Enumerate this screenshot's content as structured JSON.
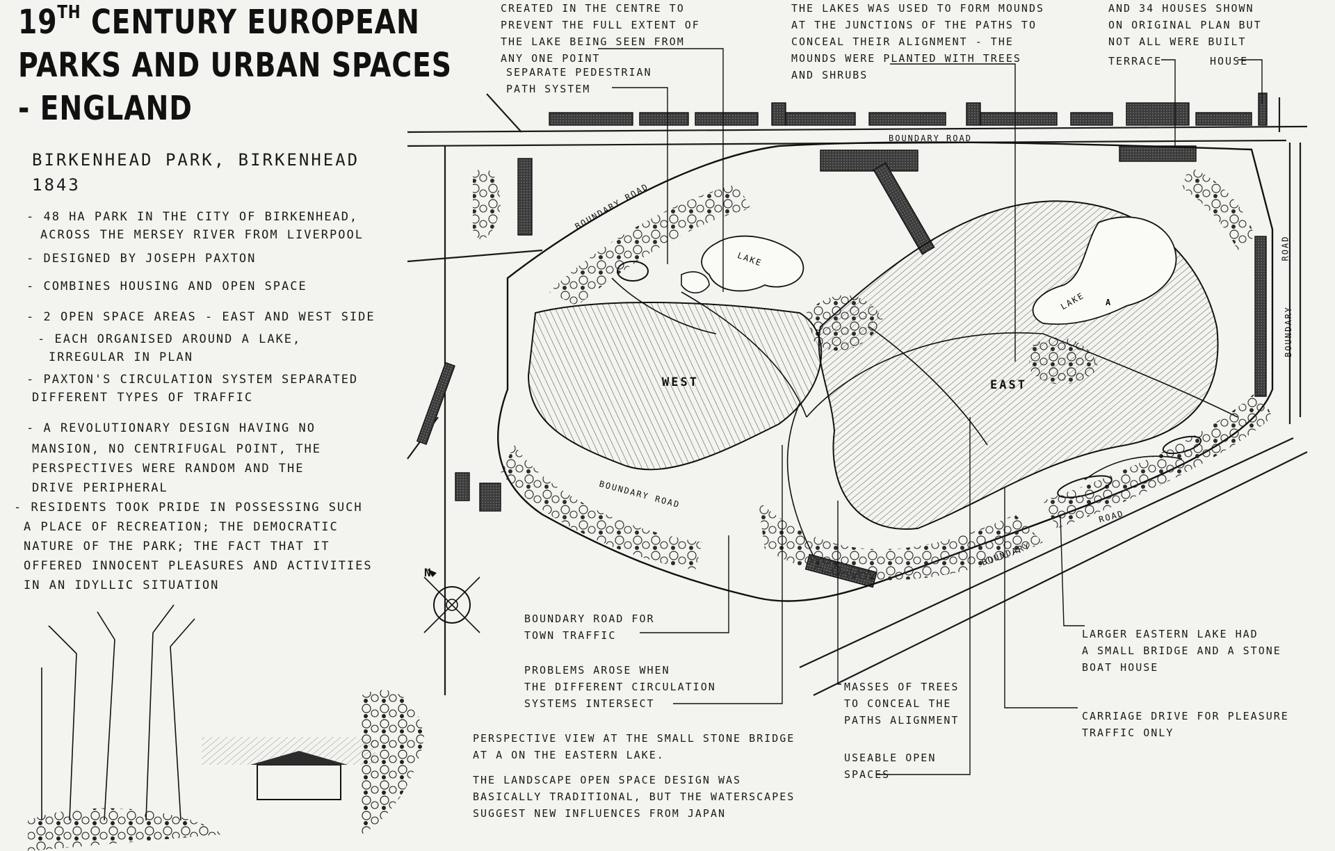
{
  "title": {
    "line1_num": "19",
    "line1_sup": "TH",
    "line1_rest": "CENTURY EUROPEAN",
    "line2": "PARKS AND URBAN SPACES",
    "line3": "- ENGLAND"
  },
  "park": {
    "name": "BIRKENHEAD PARK, BIRKENHEAD",
    "year": "1843"
  },
  "notes": [
    "- 48 HA PARK IN THE CITY OF BIRKENHEAD,",
    "ACROSS THE MERSEY RIVER FROM LIVERPOOL",
    "- DESIGNED BY JOSEPH PAXTON",
    "- COMBINES HOUSING AND OPEN SPACE",
    "- 2 OPEN SPACE AREAS - EAST AND WEST SIDE",
    "- EACH ORGANISED AROUND A LAKE,",
    "IRREGULAR IN PLAN",
    "- PAXTON'S CIRCULATION SYSTEM SEPARATED",
    "DIFFERENT TYPES OF TRAFFIC",
    "- A REVOLUTIONARY DESIGN HAVING NO",
    "MANSION, NO CENTRIFUGAL POINT, THE",
    "PERSPECTIVES WERE RANDOM AND THE",
    "DRIVE PERIPHERAL",
    "- RESIDENTS TOOK PRIDE IN POSSESSING SUCH",
    "A PLACE OF RECREATION; THE DEMOCRATIC",
    "NATURE OF THE PARK; THE FACT THAT IT",
    "OFFERED INNOCENT PLEASURES AND ACTIVITIES",
    "IN AN IDYLLIC SITUATION"
  ],
  "annotations_top": {
    "mounds_center": [
      "CREATED IN THE CENTRE TO",
      "PREVENT THE FULL EXTENT OF",
      "THE LAKE BEING SEEN FROM",
      "ANY ONE POINT"
    ],
    "pedestrian": [
      "SEPARATE PEDESTRIAN",
      "PATH SYSTEM"
    ],
    "lakes_mounds": [
      "THE LAKES WAS USED TO FORM MOUNDS",
      "AT THE JUNCTIONS OF THE PATHS TO",
      "CONCEAL THEIR ALIGNMENT - THE",
      "MOUNDS WERE PLANTED WITH TREES",
      "AND SHRUBS"
    ],
    "houses": [
      "AND 34 HOUSES SHOWN",
      "ON ORIGINAL PLAN BUT",
      "NOT ALL WERE BUILT"
    ],
    "terrace": "TERRACE",
    "house": "HOUSE"
  },
  "plan_labels": {
    "west": "WEST",
    "east": "EAST",
    "lake": "LAKE",
    "lake_a": "A",
    "boundary": "BOUNDARY",
    "road": "ROAD",
    "north": "N"
  },
  "annotations_bottom": {
    "boundary_road": [
      "BOUNDARY ROAD FOR",
      "TOWN TRAFFIC"
    ],
    "problems": [
      "PROBLEMS AROSE WHEN",
      "THE DIFFERENT CIRCULATION",
      "SYSTEMS INTERSECT"
    ],
    "masses": [
      "MASSES OF TREES",
      "TO CONCEAL THE",
      "PATHS ALIGNMENT"
    ],
    "useable": [
      "USEABLE OPEN",
      "SPACES"
    ],
    "larger_lake": [
      "LARGER EASTERN LAKE HAD",
      "A SMALL BRIDGE AND A STONE",
      "BOAT HOUSE"
    ],
    "carriage": [
      "CARRIAGE DRIVE FOR PLEASURE",
      "TRAFFIC ONLY"
    ],
    "perspective": [
      "PERSPECTIVE VIEW AT THE SMALL STONE BRIDGE",
      "AT A ON THE EASTERN LAKE."
    ],
    "landscape": [
      "THE LANDSCAPE OPEN SPACE DESIGN WAS",
      "BASICALLY TRADITIONAL, BUT THE WATERSCAPES",
      "SUGGEST NEW INFLUENCES FROM JAPAN"
    ]
  }
}
